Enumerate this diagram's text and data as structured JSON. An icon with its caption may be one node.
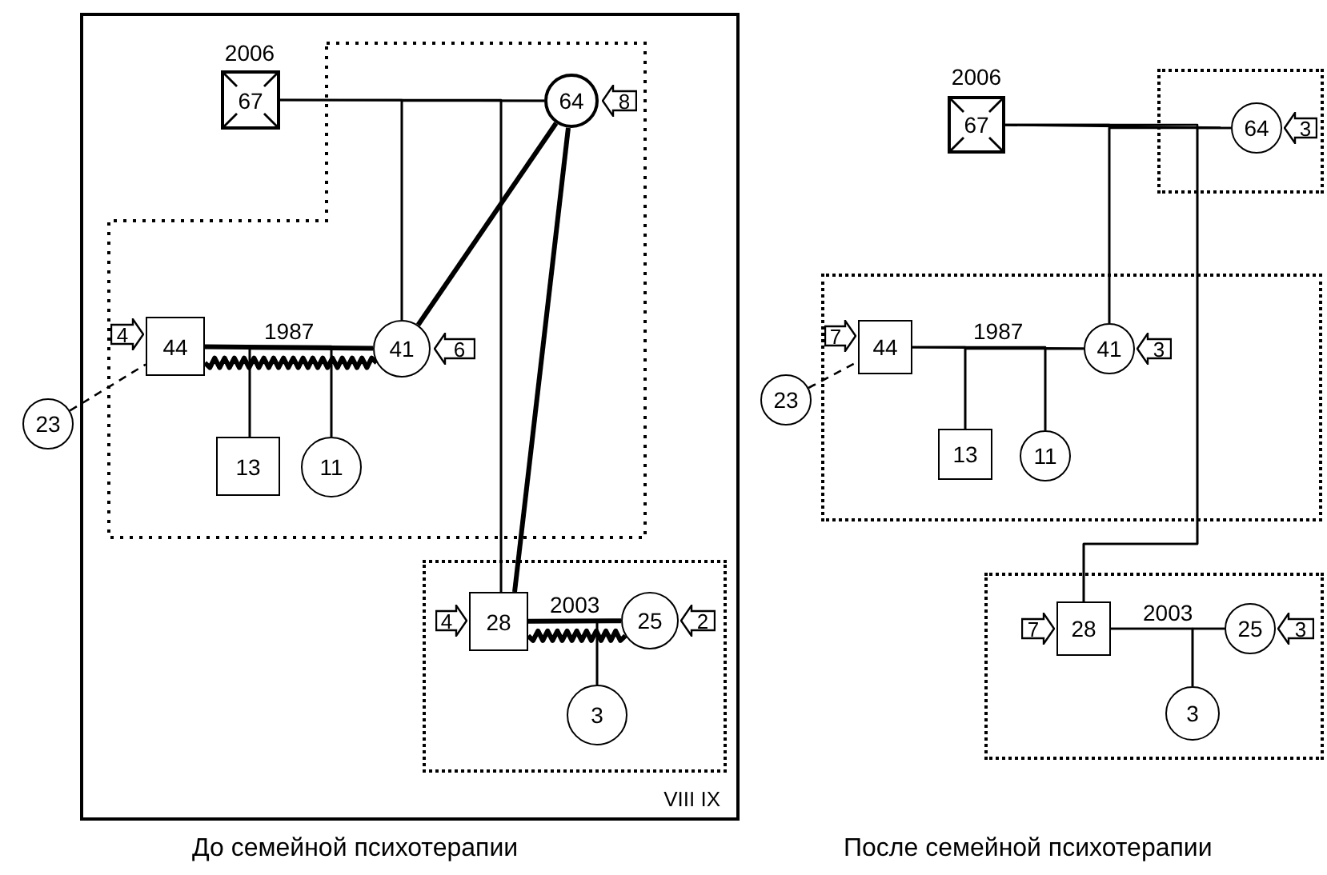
{
  "diagram": {
    "nodes": [
      {
        "text": [
          "VIII IX"
        ]
      },
      {
        "text": [],
        "shape": "box",
        "in": 0
      },
      {
        "text": [
          "67"
        ],
        "beside": [
          "2006"
        ],
        "in": 0
      },
      {
        "text": [
          "64"
        ],
        "beside": [
          "8"
        ],
        "in": 1
      },
      {
        "text": [
          "44"
        ],
        "beside": [
          "4"
        ],
        "in": 1
      },
      {
        "text": [
          "41"
        ],
        "beside": [
          "6"
        ],
        "in": 1
      },
      {
        "text": [
          "13"
        ],
        "in": 1
      },
      {
        "text": [
          "11"
        ],
        "in": 1
      },
      {
        "text": [
          "23"
        ]
      },
      {
        "text": [],
        "shape": "box",
        "in": 0
      },
      {
        "text": [
          "28"
        ],
        "beside": [
          "4"
        ],
        "in": 9
      },
      {
        "text": [
          "25"
        ],
        "beside": [
          "2"
        ],
        "in": 9
      },
      {
        "text": [
          "3"
        ],
        "in": 9
      },
      {
        "text": [
          "67"
        ],
        "beside": [
          "2006"
        ]
      },
      {
        "text": [],
        "shape": "box"
      },
      {
        "text": [
          "64"
        ],
        "beside": [
          "3"
        ],
        "in": 14
      },
      {
        "text": [],
        "shape": "box"
      },
      {
        "text": [
          "44"
        ],
        "beside": [
          "7"
        ],
        "in": 16
      },
      {
        "text": [
          "41"
        ],
        "beside": [
          "3"
        ],
        "in": 16
      },
      {
        "text": [
          "13"
        ],
        "in": 16
      },
      {
        "text": [
          "11"
        ],
        "in": 16
      },
      {
        "text": [
          "23"
        ]
      },
      {
        "text": [],
        "shape": "box"
      },
      {
        "text": [
          "28"
        ],
        "beside": [
          "7"
        ],
        "in": 22
      },
      {
        "text": [
          "25"
        ],
        "beside": [
          "3"
        ],
        "in": 22
      },
      {
        "text": [
          "3"
        ],
        "in": 22
      }
    ],
    "edges": [
      {
        "from": 2,
        "to": 3,
        "arrow": "none"
      },
      {
        "from": 2,
        "to": 5,
        "arrow": "none"
      },
      {
        "from": 3,
        "to": 5,
        "arrow": "none"
      },
      {
        "from": 2,
        "to": 10,
        "arrow": "none"
      },
      {
        "from": 3,
        "to": 10,
        "arrow": "none"
      },
      {
        "from": 3,
        "to": 5,
        "arrow": "none",
        "style": "thick"
      },
      {
        "from": 3,
        "to": 10,
        "arrow": "none",
        "style": "thick"
      },
      {
        "from": 4,
        "to": 5,
        "arrow": "none",
        "label": "1987",
        "style": "thick"
      },
      {
        "from": 4,
        "to": 6,
        "arrow": "none"
      },
      {
        "from": 5,
        "to": 6,
        "arrow": "none"
      },
      {
        "from": 4,
        "to": 7,
        "arrow": "none"
      },
      {
        "from": 5,
        "to": 7,
        "arrow": "none"
      },
      {
        "from": 8,
        "to": 4,
        "arrow": "none",
        "style": "dashed"
      },
      {
        "from": 10,
        "to": 11,
        "arrow": "none",
        "label": "2003",
        "style": "thick"
      },
      {
        "from": 10,
        "to": 12,
        "arrow": "none"
      },
      {
        "from": 11,
        "to": 12,
        "arrow": "none"
      },
      {
        "from": 13,
        "to": 15,
        "arrow": "none"
      },
      {
        "from": 13,
        "to": 18,
        "arrow": "none"
      },
      {
        "from": 15,
        "to": 18,
        "arrow": "none"
      },
      {
        "from": 13,
        "to": 23,
        "arrow": "none"
      },
      {
        "from": 15,
        "to": 23,
        "arrow": "none"
      },
      {
        "from": 17,
        "to": 18,
        "arrow": "none",
        "label": "1987"
      },
      {
        "from": 17,
        "to": 19,
        "arrow": "none"
      },
      {
        "from": 18,
        "to": 19,
        "arrow": "none"
      },
      {
        "from": 17,
        "to": 20,
        "arrow": "none"
      },
      {
        "from": 18,
        "to": 20,
        "arrow": "none"
      },
      {
        "from": 21,
        "to": 17,
        "arrow": "none",
        "style": "dashed"
      },
      {
        "from": 23,
        "to": 24,
        "arrow": "none",
        "label": "2003"
      },
      {
        "from": 23,
        "to": 25,
        "arrow": "none"
      },
      {
        "from": 24,
        "to": 25,
        "arrow": "none"
      }
    ],
    "labels": [
      "До семейной психотерапии",
      "После семейной психотерапии"
    ]
  }
}
